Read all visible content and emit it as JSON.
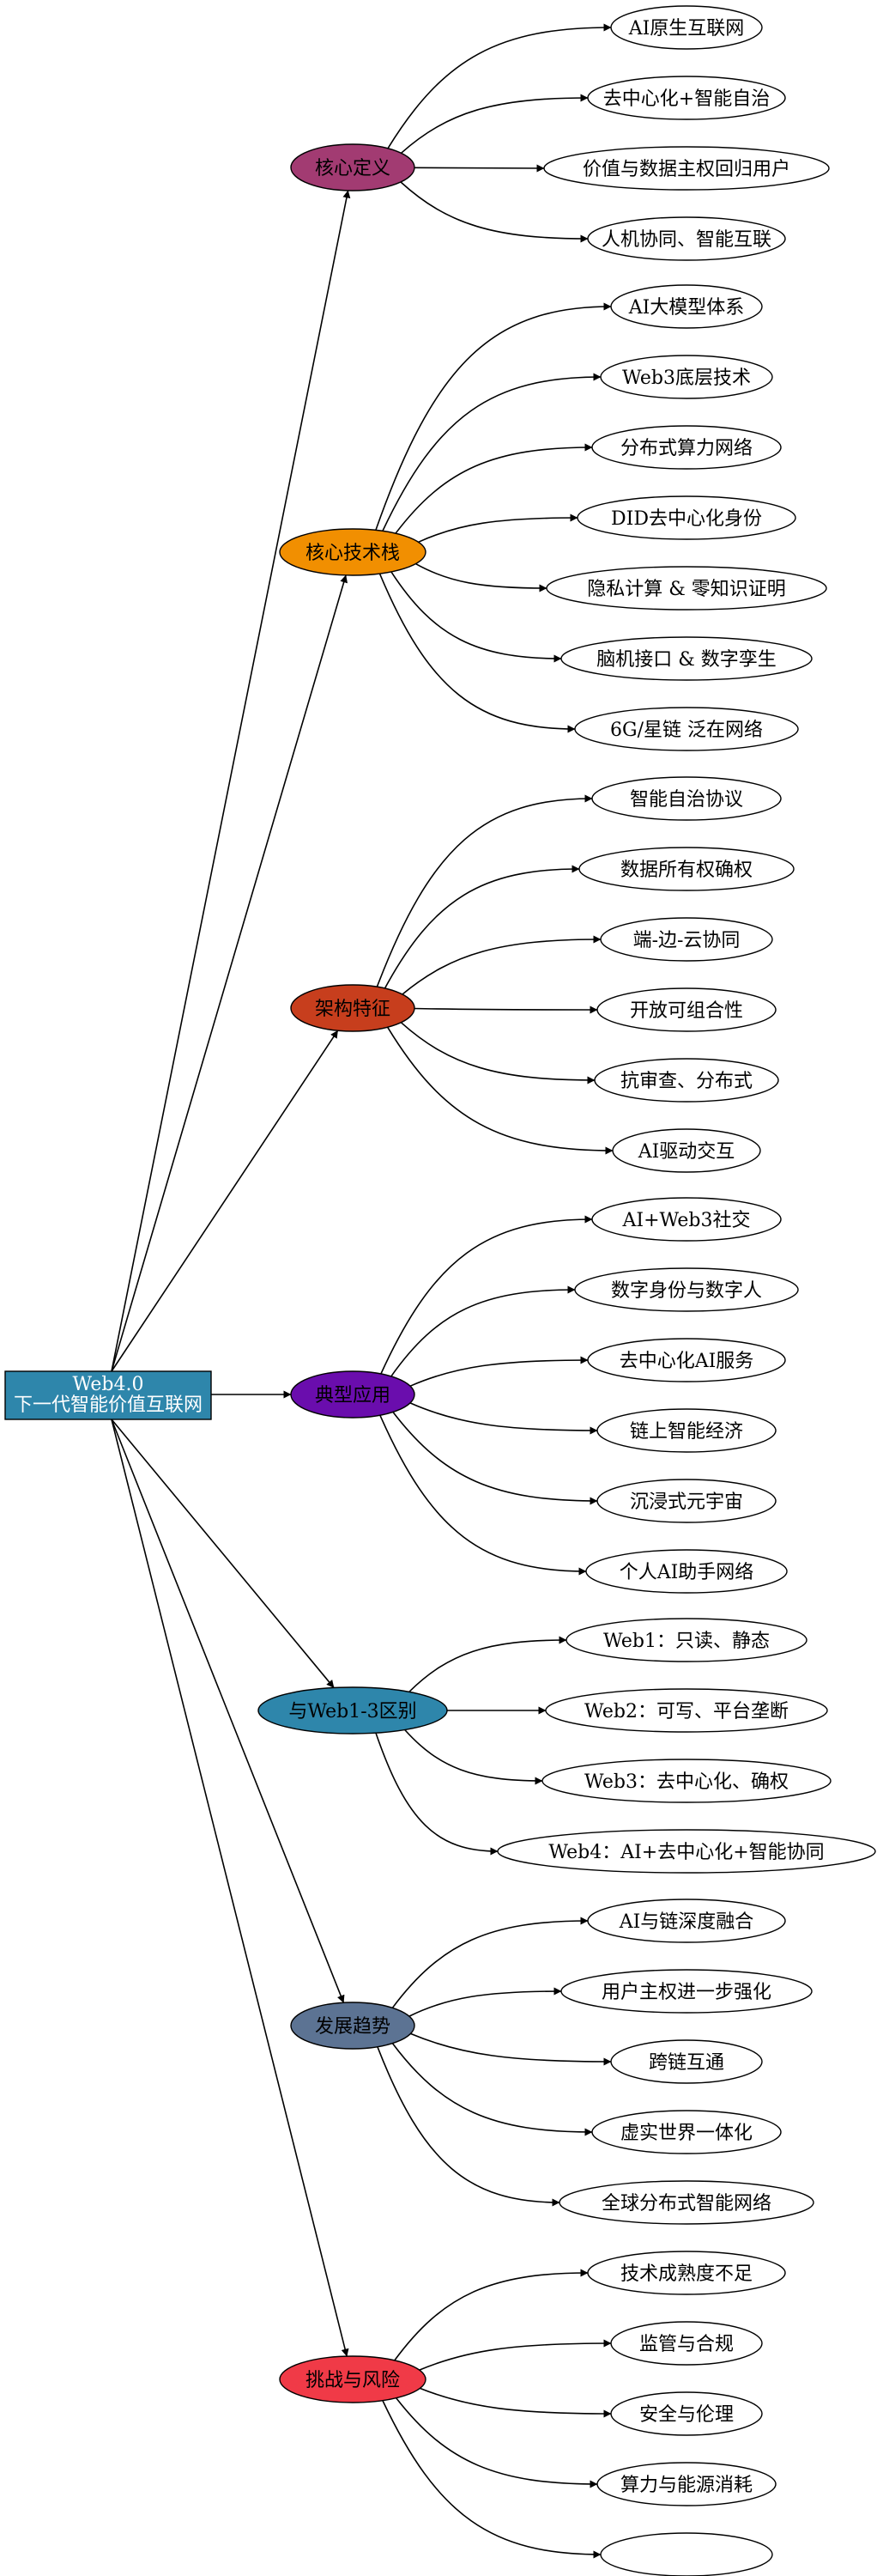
{
  "root": {
    "line1": "Web4.0",
    "line2": "下一代智能价值互联网",
    "color": "#2e86ab"
  },
  "branches": [
    {
      "id": "core-definition",
      "label": "核心定义",
      "color": "#a23b72",
      "items": [
        "AI原生互联网",
        "去中心化+智能自治",
        "价值与数据主权回归用户",
        "人机协同、智能互联"
      ]
    },
    {
      "id": "tech-stack",
      "label": "核心技术栈",
      "color": "#f18f01",
      "items": [
        "AI大模型体系",
        "Web3底层技术",
        "分布式算力网络",
        "DID去中心化身份",
        "隐私计算 & 零知识证明",
        "脑机接口 & 数字孪生",
        "6G/星链 泛在网络"
      ]
    },
    {
      "id": "architecture",
      "label": "架构特征",
      "color": "#c73e1d",
      "items": [
        "智能自治协议",
        "数据所有权确权",
        "端-边-云协同",
        "开放可组合性",
        "抗审查、分布式",
        "AI驱动交互"
      ]
    },
    {
      "id": "applications",
      "label": "典型应用",
      "color": "#6a0dad",
      "items": [
        "AI+Web3社交",
        "数字身份与数字人",
        "去中心化AI服务",
        "链上智能经济",
        "沉浸式元宇宙",
        "个人AI助手网络"
      ]
    },
    {
      "id": "vs-web13",
      "label": "与Web1-3区别",
      "color": "#2e86ab",
      "items": [
        "Web1：只读、静态",
        "Web2：可写、平台垄断",
        "Web3：去中心化、确权",
        "Web4：AI+去中心化+智能协同"
      ]
    },
    {
      "id": "trends",
      "label": "发展趋势",
      "color": "#5c7393",
      "items": [
        "AI与链深度融合",
        "用户主权进一步强化",
        "跨链互通",
        "虚实世界一体化",
        "全球分布式智能网络"
      ]
    },
    {
      "id": "risks",
      "label": "挑战与风险",
      "color": "#f03a47",
      "items": [
        "技术成熟度不足",
        "监管与合规",
        "安全与伦理",
        "算力与能源消耗",
        ""
      ]
    }
  ]
}
